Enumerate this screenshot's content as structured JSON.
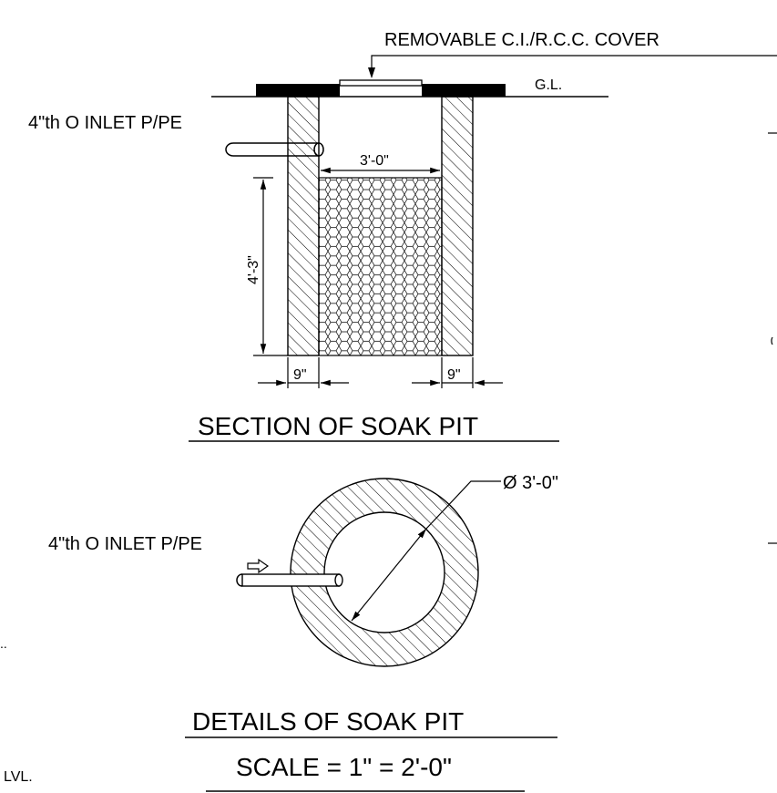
{
  "section": {
    "title": "SECTION OF SOAK PIT",
    "cover_label": "REMOVABLE C.I./R.C.C. COVER",
    "ground_label": "G.L.",
    "inlet_label": "4\"th O INLET P/PE",
    "inner_width_dim": "3'-0\"",
    "depth_dim": "4'-3\"",
    "wall_left_dim": "9\"",
    "wall_right_dim": "9\""
  },
  "details": {
    "title": "DETAILS OF SOAK PIT",
    "diameter_label": "Ø 3'-0\"",
    "inlet_label": "4\"th O INLET P/PE"
  },
  "scale": {
    "label": "SCALE = 1\" = 2'-0\""
  },
  "edge_fragments": {
    "left_mid": "..",
    "left_bottom": "LVL."
  }
}
